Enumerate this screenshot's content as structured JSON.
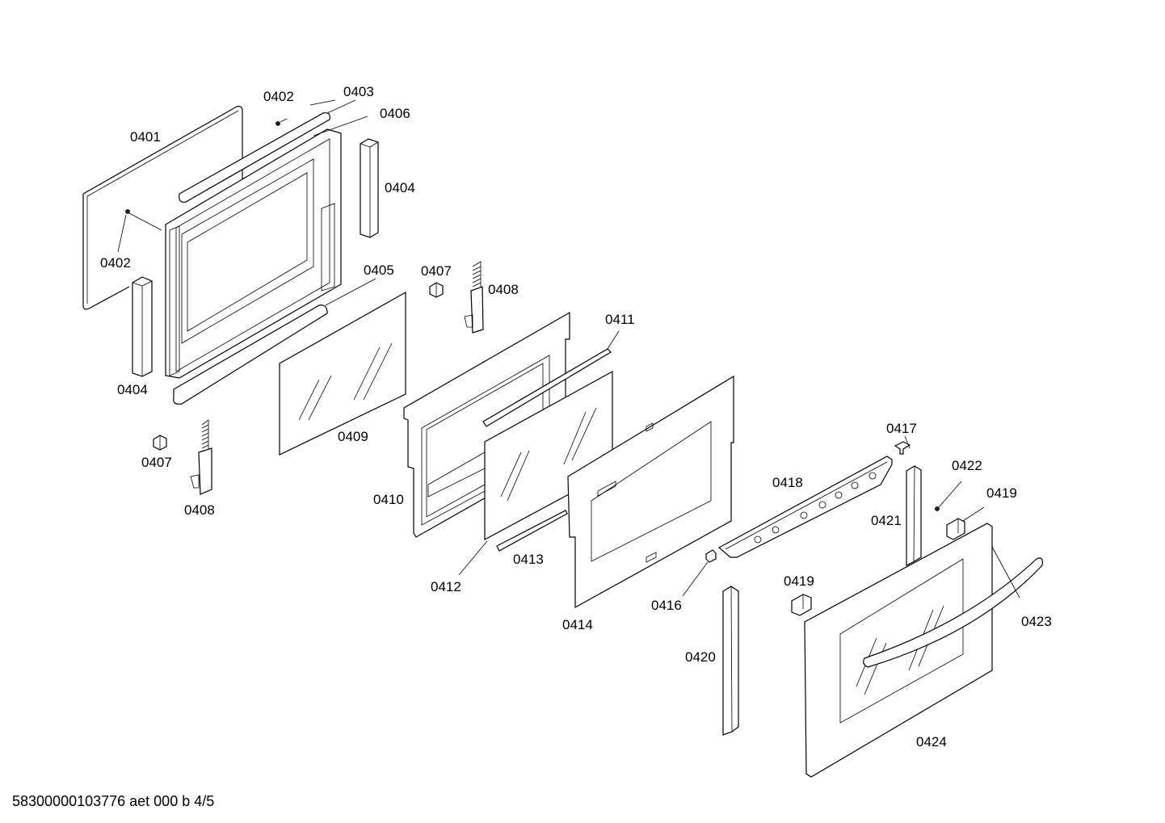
{
  "diagram": {
    "labels": {
      "l0401": "0401",
      "l0402a": "0402",
      "l0402b": "0402",
      "l0403": "0403",
      "l0404a": "0404",
      "l0404b": "0404",
      "l0405": "0405",
      "l0406": "0406",
      "l0407a": "0407",
      "l0407b": "0407",
      "l0408a": "0408",
      "l0408b": "0408",
      "l0409": "0409",
      "l0410": "0410",
      "l0411": "0411",
      "l0412": "0412",
      "l0413": "0413",
      "l0414": "0414",
      "l0416": "0416",
      "l0417": "0417",
      "l0418": "0418",
      "l0419a": "0419",
      "l0419b": "0419",
      "l0420": "0420",
      "l0421": "0421",
      "l0422": "0422",
      "l0423": "0423",
      "l0424": "0424"
    },
    "footer": "58300000103776 aet 000 b 4/5"
  }
}
